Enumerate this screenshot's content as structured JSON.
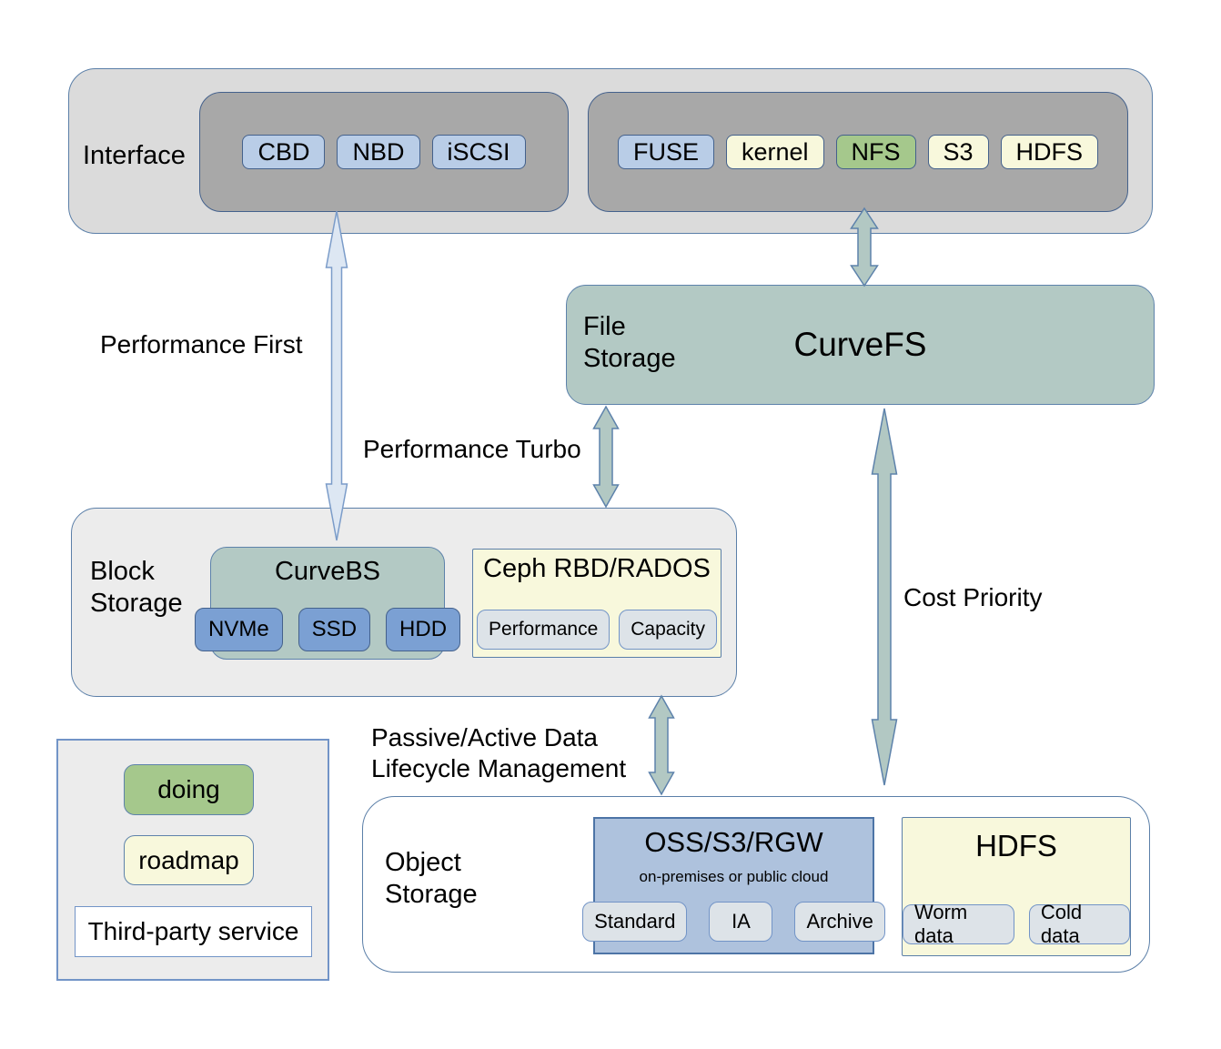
{
  "colors": {
    "doing_green": "#a5c88c",
    "roadmap_yellow": "#f8f8dc",
    "third_party_white": "#ffffff",
    "component_blue": "#b9cde7",
    "hardware_blue": "#7ba0d3",
    "curve_teal": "#b3c9c4",
    "oss_blue": "#aec2dd",
    "arrow_teal": "#b2c8c3",
    "arrow_light_blue": "#dde7f3",
    "border_blue": "#5b7fa8"
  },
  "interface": {
    "label": "Interface",
    "block_chips": [
      {
        "label": "CBD",
        "color": "blue"
      },
      {
        "label": "NBD",
        "color": "blue"
      },
      {
        "label": "iSCSI",
        "color": "blue"
      }
    ],
    "file_chips": [
      {
        "label": "FUSE",
        "color": "blue"
      },
      {
        "label": "kernel",
        "color": "yellow"
      },
      {
        "label": "NFS",
        "color": "green"
      },
      {
        "label": "S3",
        "color": "yellow"
      },
      {
        "label": "HDFS",
        "color": "yellow"
      }
    ]
  },
  "file_storage": {
    "label": "File Storage",
    "title": "CurveFS"
  },
  "block_storage": {
    "label": "Block Storage",
    "curvebs": {
      "title": "CurveBS",
      "chips": [
        "NVMe",
        "SSD",
        "HDD"
      ]
    },
    "ceph": {
      "title": "Ceph RBD/RADOS",
      "chips": [
        "Performance",
        "Capacity"
      ]
    }
  },
  "object_storage": {
    "label": "Object Storage",
    "oss": {
      "title": "OSS/S3/RGW",
      "subtitle": "on-premises or public cloud",
      "chips": [
        "Standard",
        "IA",
        "Archive"
      ]
    },
    "hdfs": {
      "title": "HDFS",
      "chips": [
        "Worm data",
        "Cold data"
      ]
    }
  },
  "legend": {
    "doing": "doing",
    "roadmap": "roadmap",
    "third_party": "Third-party service"
  },
  "labels": {
    "performance_first": "Performance First",
    "performance_turbo": "Performance Turbo",
    "cost_priority": "Cost Priority",
    "lifecycle_line1": "Passive/Active Data",
    "lifecycle_line2": "Lifecycle Management"
  }
}
